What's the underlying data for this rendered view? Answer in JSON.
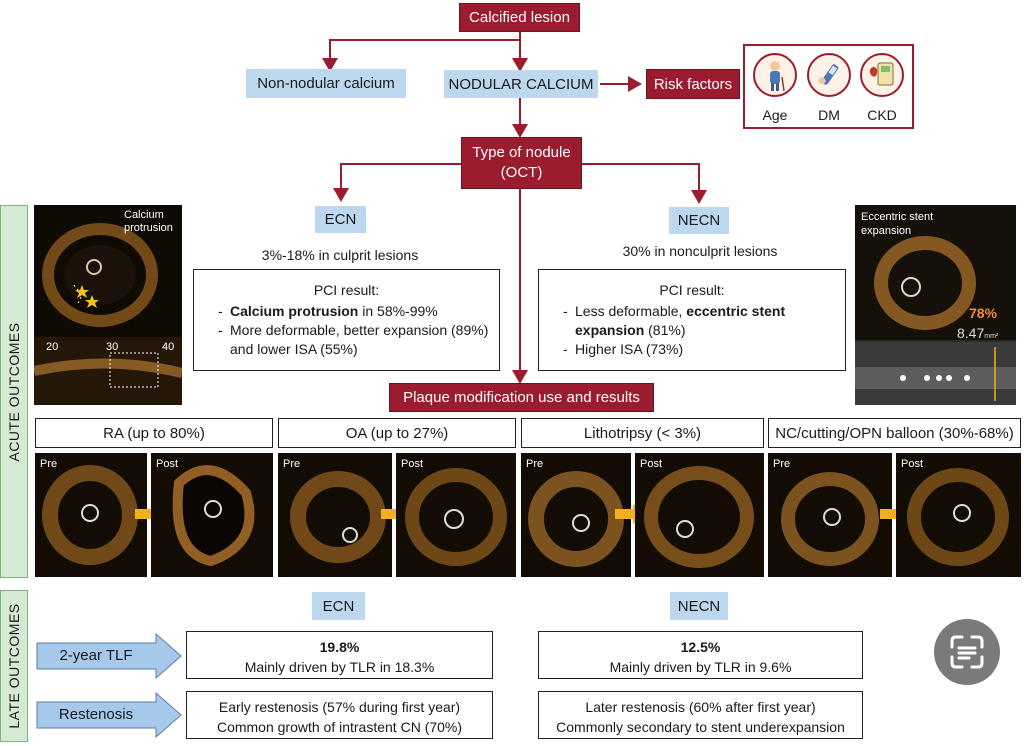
{
  "top": {
    "calcified": "Calcified lesion",
    "non_nodular": "Non-nodular calcium",
    "nodular": "NODULAR CALCIUM",
    "risk_factors": "Risk factors",
    "risk_items": [
      "Age",
      "DM",
      "CKD"
    ],
    "type_of_nodule": "Type of nodule",
    "type_of_nodule_sub": "(OCT)"
  },
  "side_labels": {
    "acute": "ACUTE OUTCOMES",
    "late": "LATE OUTCOMES"
  },
  "ecn": {
    "label": "ECN",
    "prevalence": "3%-18% in culprit lesions",
    "pci_title": "PCI result:",
    "item1_bold": "Calcium protrusion",
    "item1_rest": " in 58%-99%",
    "item2": "More deformable, better expansion (89%) and lower ISA (55%)"
  },
  "necn": {
    "label": "NECN",
    "prevalence": "30% in nonculprit lesions",
    "pci_title": "PCI result:",
    "item1_pre": "Less deformable, ",
    "item1_bold": "eccentric stent expansion",
    "item1_rest": " (81%)",
    "item2": "Higher ISA (73%)"
  },
  "images": {
    "left_title": "Calcium protrusion",
    "left_ticks": [
      "20",
      "30",
      "40"
    ],
    "right_title": "Eccentric stent expansion",
    "right_pct": "78%",
    "right_area": "8.47",
    "right_unit": "mm²"
  },
  "plaque": "Plaque modification use and results",
  "techniques": [
    {
      "name": "RA (up to 80%)"
    },
    {
      "name": "OA (up to 27%)"
    },
    {
      "name": "Lithotripsy (< 3%)"
    },
    {
      "name": "NC/cutting/OPN balloon (30%-68%)"
    }
  ],
  "pre": "Pre",
  "post": "Post",
  "late": {
    "ecn_label": "ECN",
    "necn_label": "NECN",
    "tlf_label": "2-year TLF",
    "restenosis_label": "Restenosis",
    "ecn_tlf_value": "19.8%",
    "ecn_tlf_text": "Mainly driven by TLR in 18.3%",
    "necn_tlf_value": "12.5%",
    "necn_tlf_text": "Mainly driven by TLR in 9.6%",
    "ecn_rest_1": "Early restenosis (57% during first year)",
    "ecn_rest_2": "Common growth of intrastent CN (70%)",
    "necn_rest_1": "Later restenosis (60% after first year)",
    "necn_rest_2": "Commonly secondary to stent underexpansion"
  },
  "colors": {
    "red": "#9b1c2e",
    "blue": "#bdd7ee",
    "green": "#d4ead3",
    "arrow_yellow": "#f2b01e"
  }
}
